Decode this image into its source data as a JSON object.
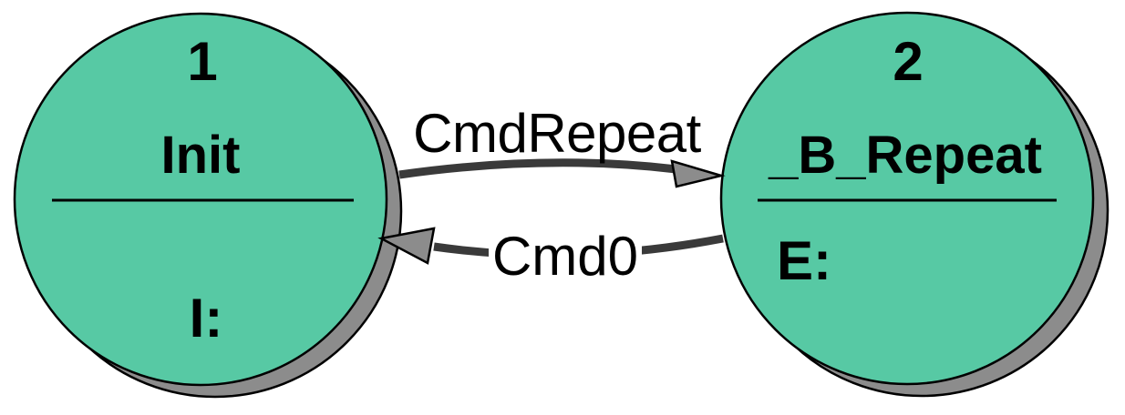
{
  "diagram": {
    "type": "state-machine",
    "background": "#ffffff",
    "colors": {
      "state_fill": "#57c9a4",
      "state_border": "#000000",
      "shadow_fill": "#8c8c8c",
      "arrow_line": "#3a3a3a",
      "arrowhead_fill": "#8c8c8c",
      "text": "#000000",
      "label_background": "#ffffff"
    },
    "states": [
      {
        "number": "1",
        "name": "Init",
        "action": "I:"
      },
      {
        "number": "2",
        "name": "_B_Repeat",
        "action": "E:"
      }
    ],
    "transitions": [
      {
        "label": "CmdRepeat",
        "from": "1",
        "to": "2"
      },
      {
        "label": "Cmd0",
        "from": "2",
        "to": "1"
      }
    ]
  }
}
